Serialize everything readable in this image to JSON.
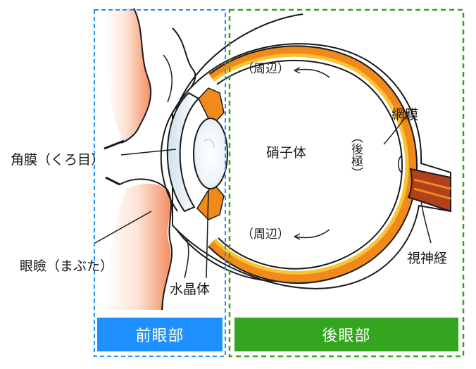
{
  "labels": {
    "cornea": "角膜（くろ目）",
    "eyelid": "眼瞼（まぶた）",
    "lens": "水晶体",
    "vitreous": "硝子体",
    "retina": "網膜",
    "optic_nerve": "視神経",
    "periphery_top": "（周辺）",
    "periphery_bottom": "（周辺）",
    "posterior_pole": "（後極）"
  },
  "sections": {
    "anterior": "前眼部",
    "posterior": "後眼部"
  },
  "colors": {
    "anterior": "#1e90ff",
    "posterior": "#33a51f",
    "retina_orange": "#f08a1c",
    "retina_yellow": "#f7c531",
    "skin": "#f4a27c",
    "nerve": "#b2401b"
  }
}
